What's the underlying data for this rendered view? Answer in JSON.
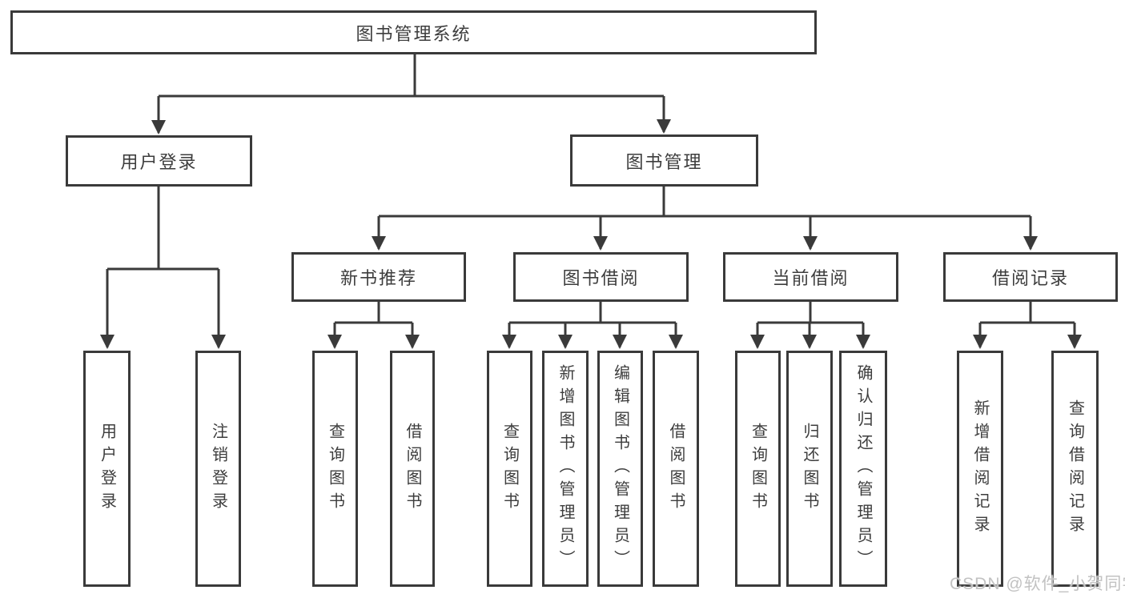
{
  "diagram": {
    "title": "图书管理系统",
    "level2": {
      "user_login": "用户登录",
      "book_mgmt": "图书管理"
    },
    "level3": {
      "new_books": "新书推荐",
      "borrow": "图书借阅",
      "current": "当前借阅",
      "records": "借阅记录"
    },
    "leaves": {
      "user_login": [
        "用户登录",
        "注销登录"
      ],
      "new_books": [
        "查询图书",
        "借阅图书"
      ],
      "borrow": [
        "查询图书",
        "新增图书（管理员）",
        "编辑图书（管理员）",
        "借阅图书"
      ],
      "current": [
        "查询图书",
        "归还图书",
        "确认归还（管理员）"
      ],
      "records": [
        "新增借阅记录",
        "查询借阅记录"
      ]
    }
  },
  "watermark": "CSDN @软件_小贺同学",
  "colors": {
    "line": "#3a3a3a",
    "text": "#3d3d3d",
    "watermark": "#c2c2c2",
    "background": "#ffffff"
  }
}
